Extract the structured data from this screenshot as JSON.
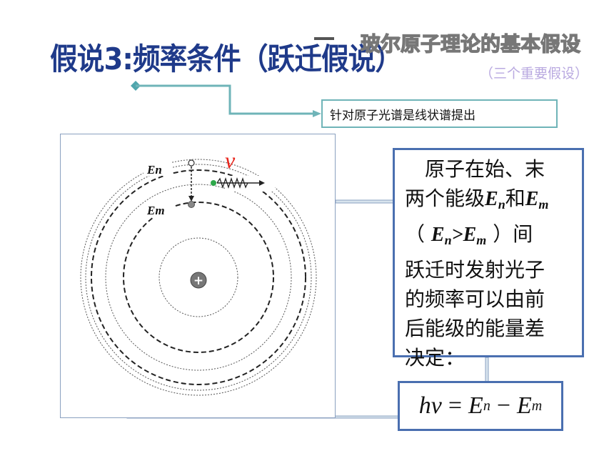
{
  "header": {
    "hypothesis_title": "假说3:频率条件（跃迁假说）",
    "section_number": "一",
    "section_title": "玻尔原子理论的基本假设",
    "section_subtitle": "（三个重要假设）"
  },
  "note": {
    "text": "针对原子光谱是线状谱提出"
  },
  "diagram": {
    "label_en": "En",
    "label_em": "Em",
    "photon_symbol": "ν",
    "nucleus_symbol": "+"
  },
  "description": {
    "line1": "原子在始、末",
    "line2_prefix": "两个能级",
    "line2_mid": "和",
    "line3_open": "（",
    "line3_gt": ">",
    "line3_close": "）间",
    "line4": "跃迁时发射光子",
    "line5": "的频率可以由前",
    "line6": "后能级的能量差",
    "line7": "决定：",
    "E": "E",
    "n": "n",
    "m": "m"
  },
  "formula": {
    "h": "h",
    "nu": "ν",
    "eq": "=",
    "E1": "E",
    "sub1": "n",
    "minus": "−",
    "E2": "E",
    "sub2": "m"
  },
  "colors": {
    "title_blue": "#1f3a8a",
    "box_border": "#4a6fb0",
    "connector_teal": "#6fb4b8",
    "photon_red": "#e8231a",
    "subtitle_purple": "#b9a9e0"
  }
}
